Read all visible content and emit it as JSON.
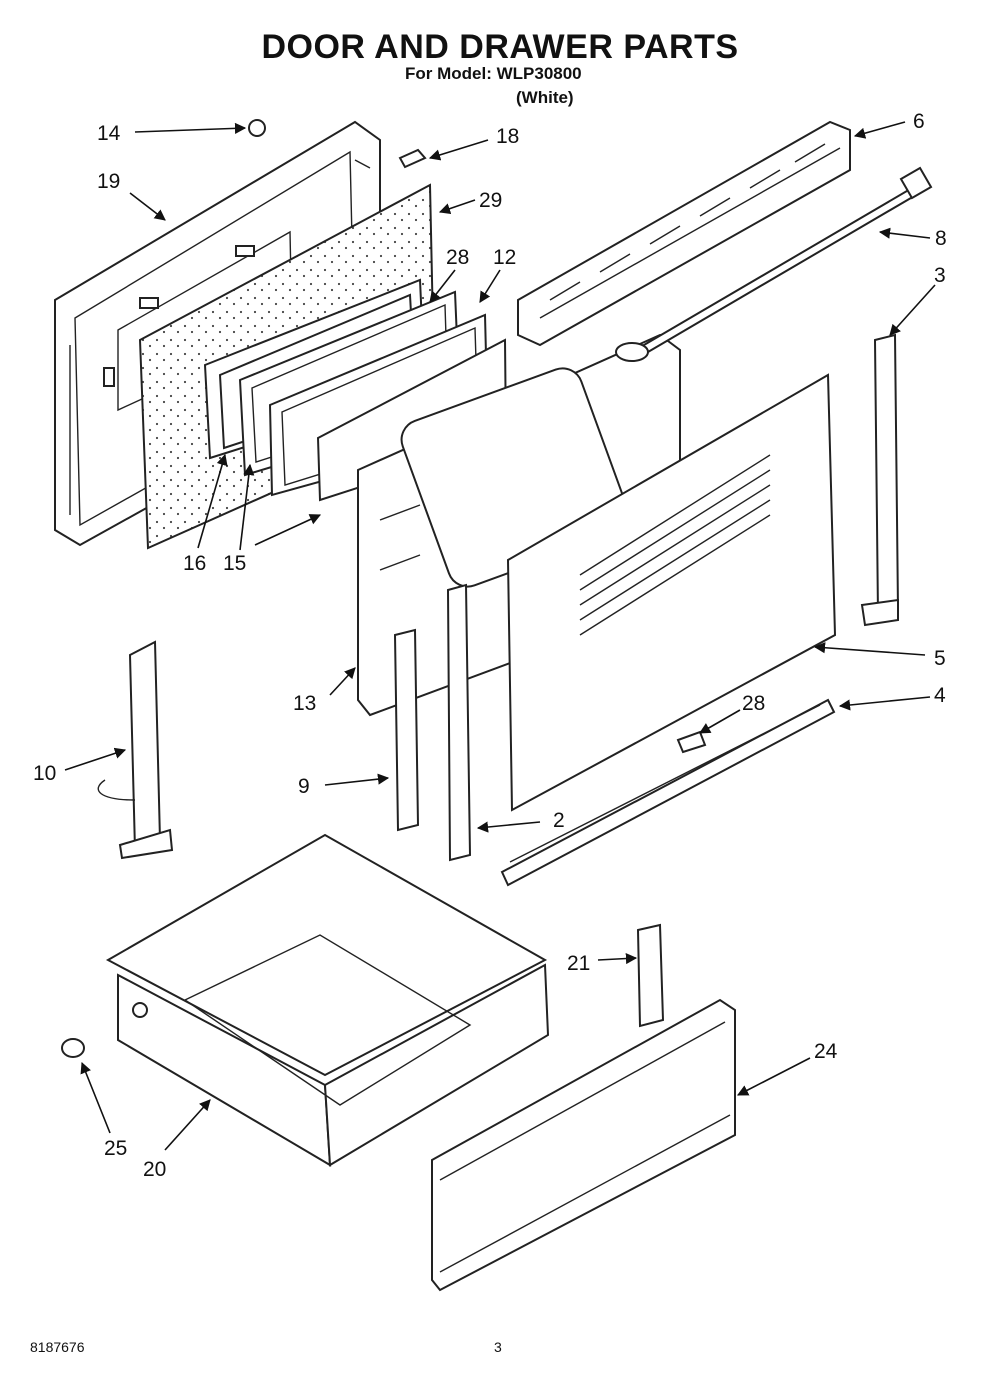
{
  "header": {
    "title": "DOOR AND DRAWER PARTS",
    "model_line": "For Model: WLP30800",
    "variant": "(White)"
  },
  "callouts": {
    "c14": "14",
    "c19": "19",
    "c18": "18",
    "c29": "29",
    "c28a": "28",
    "c12": "12",
    "c16": "16",
    "c15": "15",
    "c6": "6",
    "c8": "8",
    "c3": "3",
    "c5": "5",
    "c13": "13",
    "c4": "4",
    "c28b": "28",
    "c10": "10",
    "c9": "9",
    "c2": "2",
    "c21": "21",
    "c24": "24",
    "c25": "25",
    "c20": "20"
  },
  "footer": {
    "doc_number": "8187676",
    "page_number": "3"
  }
}
